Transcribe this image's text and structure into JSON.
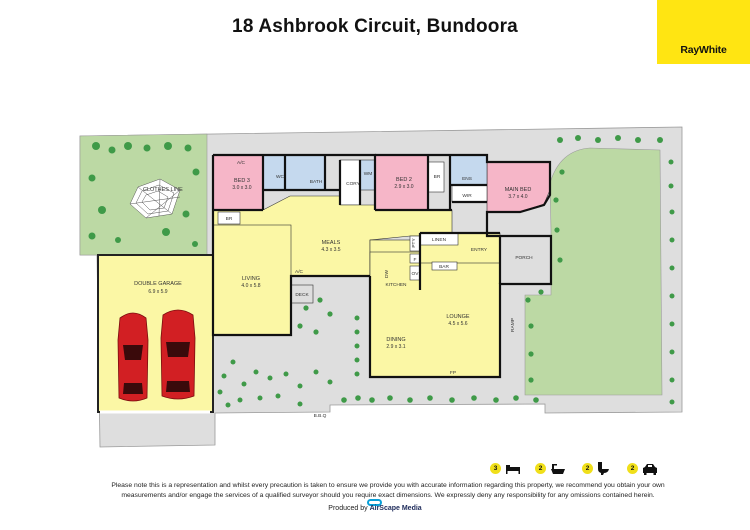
{
  "header": {
    "address": "18 Ashbrook Circuit, Bundoora",
    "logo_text": "RayWhite"
  },
  "rooms": {
    "bed3": {
      "name": "BED 3",
      "dims": "3.0 x 3.0"
    },
    "bed2": {
      "name": "BED 2",
      "dims": "2.9 x 3.0"
    },
    "main_bed": {
      "name": "MAIN BED",
      "dims": "3.7 x 4.0"
    },
    "meals": {
      "name": "MEALS",
      "dims": "4.3 x 3.5"
    },
    "living": {
      "name": "LIVING",
      "dims": "4.0 x 5.8"
    },
    "garage": {
      "name": "DOUBLE GARAGE",
      "dims": "6.9 x 5.9"
    },
    "lounge": {
      "name": "LOUNGE",
      "dims": "4.5 x 5.6"
    },
    "dining": {
      "name": "DINING",
      "dims": "2.9 x 3.1"
    }
  },
  "labels": {
    "ac1": "A/C",
    "ac2": "A/C",
    "wc": "WC",
    "bath": "BATH",
    "cory": "CORY",
    "wm": "WM",
    "br1": "BR",
    "br2": "BR",
    "ens": "ENS",
    "wir": "WIR",
    "linen": "LINEN",
    "pty": "PTY",
    "entry": "ENTRY",
    "porch": "PORCH",
    "bar": "BAR",
    "f": "F",
    "dw": "DW",
    "ov": "OV",
    "kitchen": "KITCHEN",
    "deck": "DECK",
    "ramp": "RAMP",
    "fp": "FP",
    "bbq": "B.B.Q",
    "clothes_line": "CLOTHES LINE"
  },
  "features": [
    {
      "count": "3",
      "icon": "bed-icon"
    },
    {
      "count": "2",
      "icon": "bath-icon"
    },
    {
      "count": "2",
      "icon": "toilet-icon"
    },
    {
      "count": "2",
      "icon": "car-icon"
    }
  ],
  "disclaimer": "Please note this is a representation and whilst every precaution is taken to ensure we provide you with accurate information regarding this property, we recommend you obtain your own measurements and/or engage the services of a qualified surveyor should you require exact dimensions. We expressly deny any responsibility for any omissions contained herein.",
  "footer": {
    "produced_by": "Produced by",
    "brand": "AirScape Media"
  },
  "colors": {
    "logo_yellow": "#ffe512",
    "room_yellow": "#fbf7a5",
    "bedroom_pink": "#f6b6c8",
    "lawn_green": "#bcd9a4",
    "paving_grey": "#d9d9d9",
    "wet_area_blue": "#c5d9ee",
    "car_red": "#d21f23"
  }
}
